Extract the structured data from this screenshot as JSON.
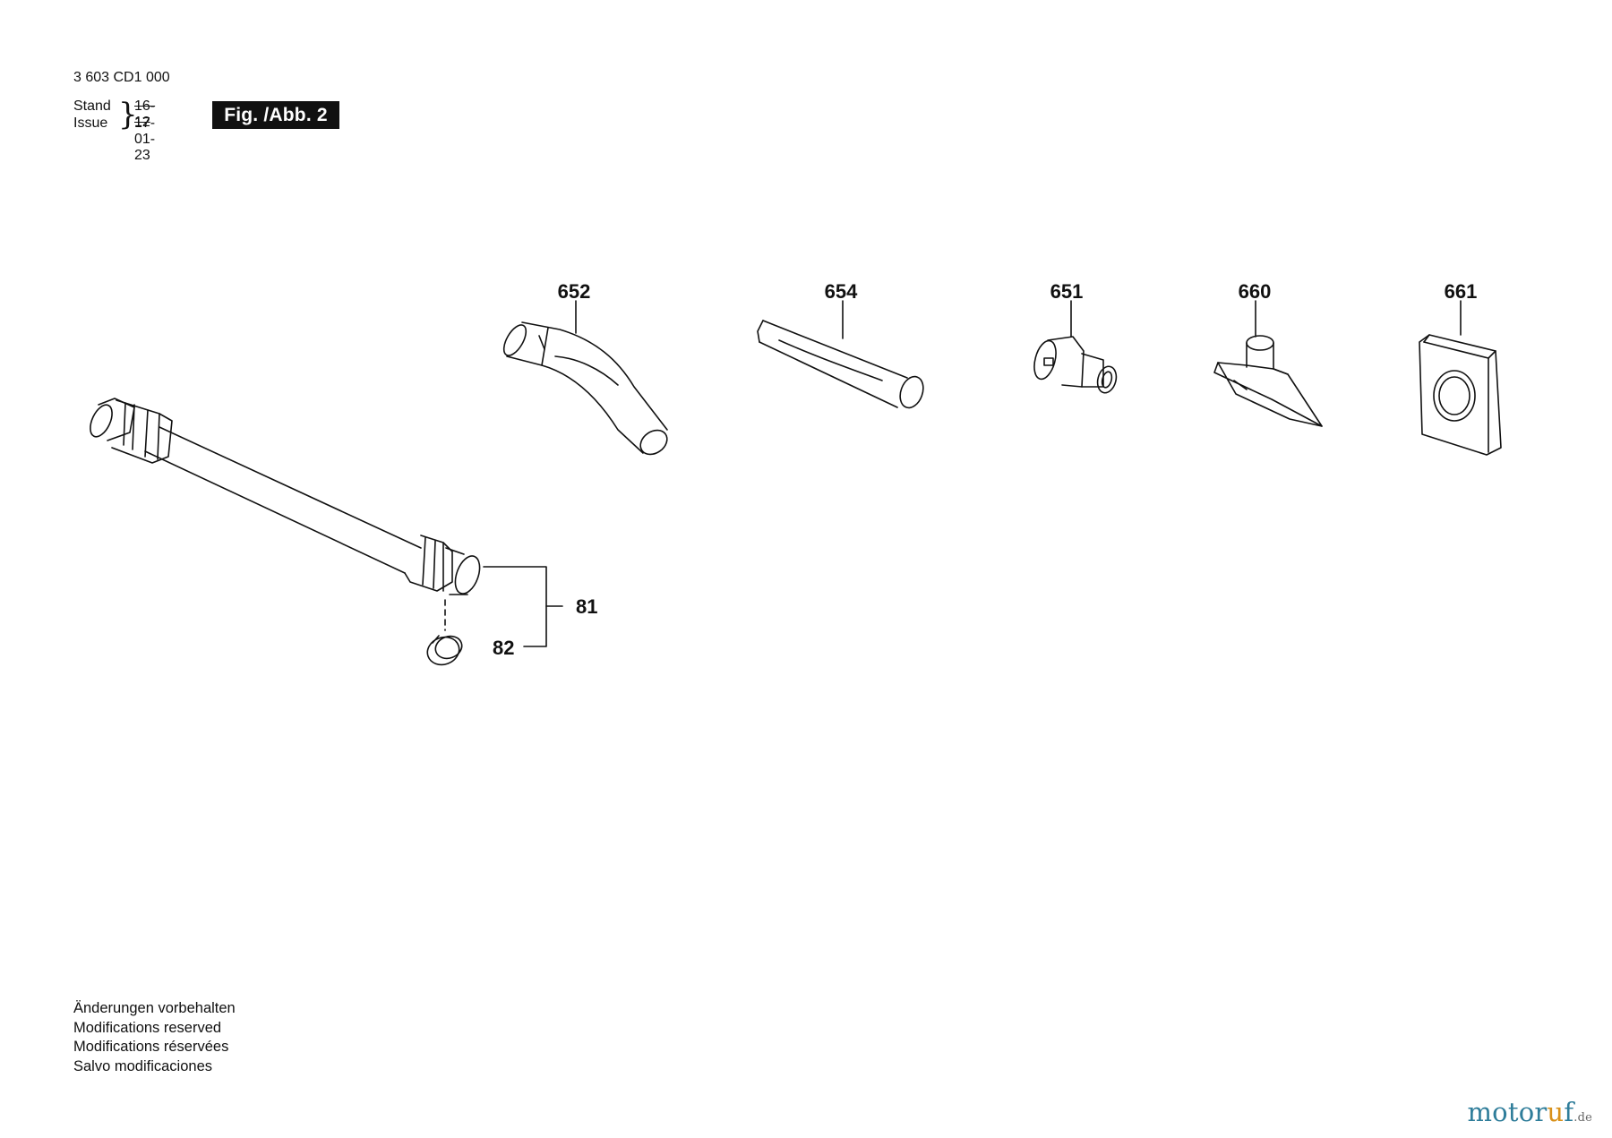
{
  "header": {
    "part_number": "3 603 CD1 000",
    "stand_label": "Stand",
    "issue_label": "Issue",
    "old_date": "16-12",
    "new_date": "17-01-23",
    "figure_label": "Fig. /Abb. 2"
  },
  "callouts": {
    "c652": "652",
    "c654": "654",
    "c651": "651",
    "c660": "660",
    "c661": "661",
    "c81": "81",
    "c82": "82"
  },
  "disclaimer": [
    "Änderungen vorbehalten",
    "Modifications reserved",
    "Modifications réservées",
    "Salvo modificaciones"
  ],
  "watermark": {
    "brand_a": "motor",
    "brand_b": "u",
    "brand_c": "f",
    "tld": ".de"
  },
  "colors": {
    "ink": "#111111",
    "watermark_blue": "#2f7d9a",
    "watermark_orange": "#d9911a"
  }
}
